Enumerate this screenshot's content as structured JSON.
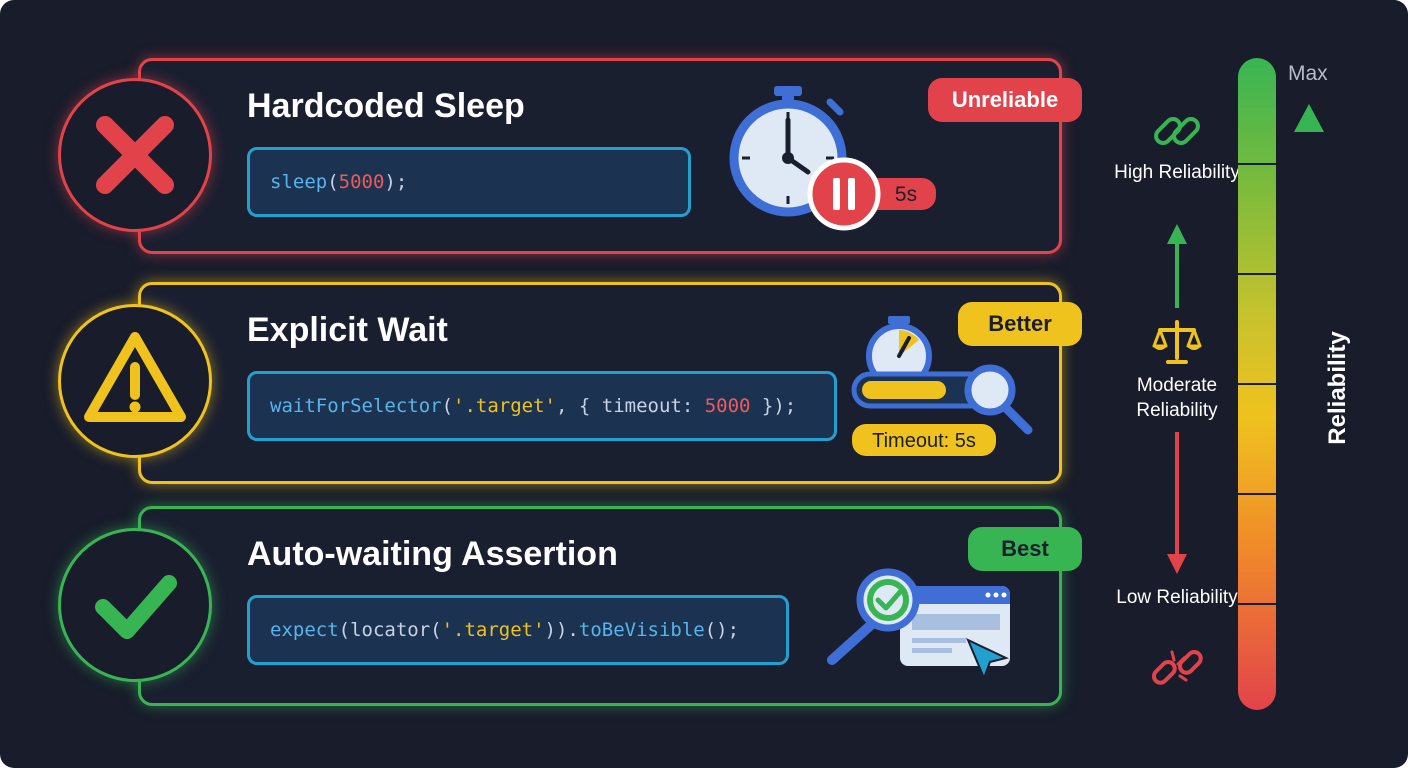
{
  "rows": [
    {
      "title": "Hardcoded Sleep",
      "badge": "Unreliable",
      "status_icon": "x-icon",
      "code": [
        {
          "t": "sleep",
          "k": "fn"
        },
        {
          "t": "(",
          "k": "punc"
        },
        {
          "t": "5000",
          "k": "num"
        },
        {
          "t": ");",
          "k": "punc"
        }
      ],
      "illustration": "stopwatch-pause-icon",
      "duration_label": "5s"
    },
    {
      "title": "Explicit Wait",
      "badge": "Better",
      "status_icon": "warning-icon",
      "code": [
        {
          "t": "waitForSelector",
          "k": "fn"
        },
        {
          "t": "(",
          "k": "punc"
        },
        {
          "t": "'.target'",
          "k": "str"
        },
        {
          "t": ", { timeout: ",
          "k": "punc"
        },
        {
          "t": "5000",
          "k": "num"
        },
        {
          "t": " });",
          "k": "punc"
        }
      ],
      "illustration": "timer-progress-search-icon",
      "timeout_label": "Timeout: 5s"
    },
    {
      "title": "Auto-waiting Assertion",
      "badge": "Best",
      "status_icon": "check-icon",
      "code": [
        {
          "t": "expect",
          "k": "fn"
        },
        {
          "t": "(locator(",
          "k": "punc"
        },
        {
          "t": "'.target'",
          "k": "str"
        },
        {
          "t": ")).",
          "k": "punc"
        },
        {
          "t": "toBeVisible",
          "k": "fn"
        },
        {
          "t": "();",
          "k": "punc"
        }
      ],
      "illustration": "magnifier-check-browser-icon"
    }
  ],
  "scale": {
    "high_label": "High Reliability",
    "moderate_label": "Moderate Reliability",
    "low_label": "Low Reliability",
    "max_label": "Max",
    "axis_label": "Reliability",
    "icons": [
      "chain-link-icon",
      "balance-scale-icon",
      "broken-chain-icon"
    ],
    "gradient_colors": [
      "#38b553",
      "#7dbb3b",
      "#c9c22c",
      "#efc21e",
      "#f08a2a",
      "#e2434a"
    ]
  },
  "colors": {
    "background": "#181c2b",
    "red": "#e2434a",
    "yellow": "#efc21e",
    "green": "#38b553",
    "code_blue": "#23a0d0"
  }
}
